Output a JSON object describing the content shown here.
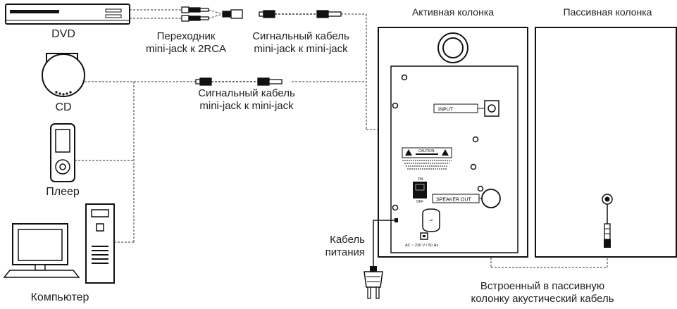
{
  "speakers": {
    "active_title": "Активная колонка",
    "passive_title": "Пассивная колонка"
  },
  "devices": {
    "dvd": "DVD",
    "cd": "CD",
    "player": "Плеер",
    "computer": "Компьютер"
  },
  "cables": {
    "adapter_line1": "Переходник",
    "adapter_line2": "mini-jack к 2RCA",
    "signal_top_line1": "Сигнальный кабель",
    "signal_top_line2": "mini-jack к mini-jack",
    "signal_mid_line1": "Сигнальный кабель",
    "signal_mid_line2": "mini-jack к mini-jack",
    "power_line1": "Кабель",
    "power_line2": "питания",
    "builtin_line1": "Встроенный в пассивную",
    "builtin_line2": "колонку акустический кабель"
  },
  "panel": {
    "input": "INPUT",
    "speaker_out": "SPEAKER OUT",
    "caution": "CAUTION",
    "on": "ON",
    "off": "OFF",
    "power_spec": "AC ~ 220 V / 50 Hz"
  }
}
